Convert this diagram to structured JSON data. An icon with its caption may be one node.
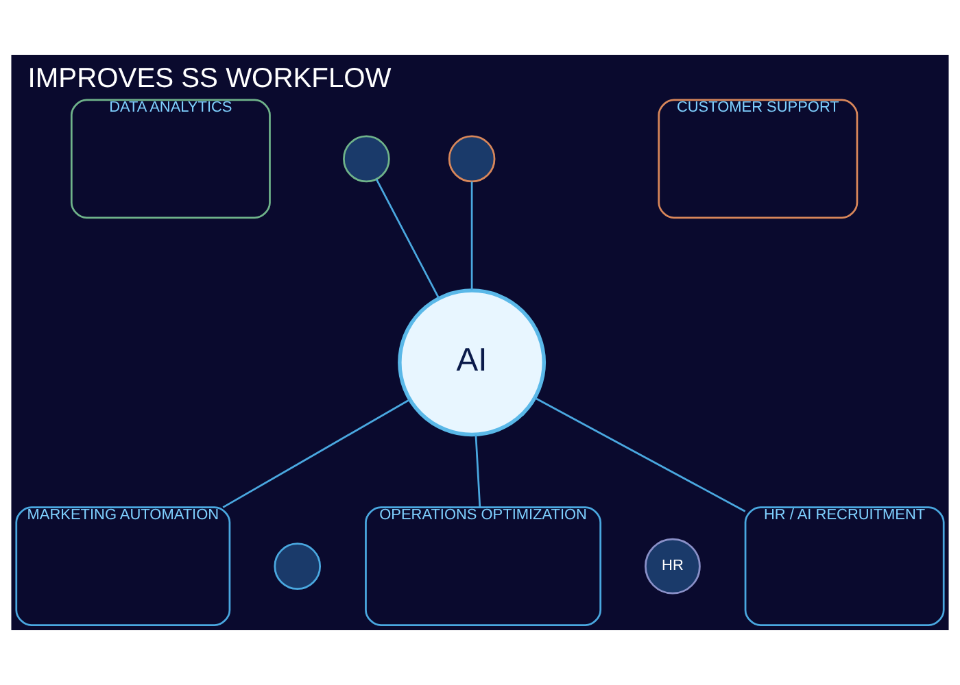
{
  "diagram": {
    "title": "IMPROVES SS WORKFLOW",
    "nodes": [
      {
        "text": [
          "AI"
        ]
      },
      {
        "text": [
          "DATA ANALYTICS"
        ]
      },
      {
        "text": [],
        "shape": "circle"
      },
      {
        "text": [
          "CUSTOMER SUPPORT"
        ]
      },
      {
        "text": [],
        "shape": "circle"
      },
      {
        "text": [
          "MARKETING AUTOMATION"
        ]
      },
      {
        "text": [
          "OPERATIONS OPTIMIZATION"
        ]
      },
      {
        "text": [],
        "shape": "circle"
      },
      {
        "text": [
          "HR / AI RECRUITMENT"
        ]
      },
      {
        "text": [
          "HR"
        ]
      }
    ],
    "edges": [
      {
        "from": 2,
        "to": 0,
        "arrow": "none"
      },
      {
        "from": 4,
        "to": 0,
        "arrow": "none"
      },
      {
        "from": 0,
        "to": 5,
        "arrow": "none"
      },
      {
        "from": 0,
        "to": 6,
        "arrow": "none"
      },
      {
        "from": 0,
        "to": 8,
        "arrow": "none"
      }
    ]
  }
}
